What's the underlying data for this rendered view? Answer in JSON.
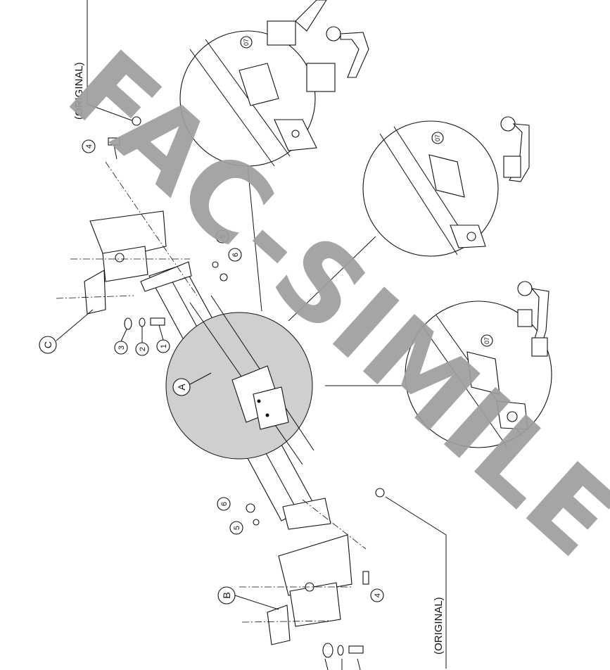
{
  "labels": {
    "original_top": "(ORIGINAL)",
    "original_bottom": "(ORIGINAL)",
    "detail_a": "A",
    "detail_b": "B",
    "detail_c": "C",
    "callout_07_top": "07",
    "callout_07_mid": "07",
    "callout_07_low": "07"
  },
  "part_numbers": {
    "n1": "1",
    "n2": "2",
    "n3": "3",
    "n4_top": "4",
    "n4_bottom": "4",
    "n5_top": "5",
    "n5_bottom": "5",
    "n6_top": "6",
    "n6_bottom": "6"
  },
  "watermark": "FAC-SIMILE",
  "colors": {
    "line": "#111111",
    "detail_circle_fill": "#cfcfcf",
    "watermark": "#9e9e9e"
  }
}
